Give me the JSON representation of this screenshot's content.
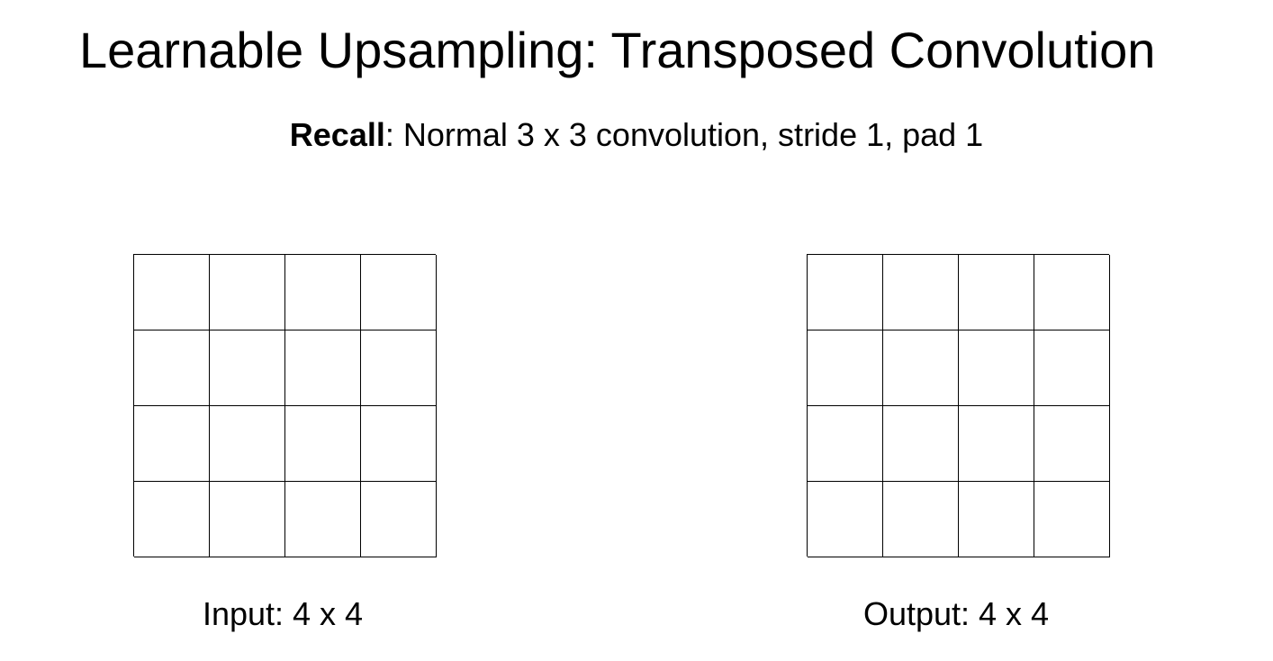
{
  "slide": {
    "title": "Learnable Upsampling: Transposed Convolution",
    "subtitle_bold": "Recall",
    "subtitle_rest": ": Normal 3 x 3 convolution, stride 1, pad 1"
  },
  "input_grid": {
    "label": "Input: 4 x 4",
    "rows": 4,
    "cols": 4
  },
  "output_grid": {
    "label": "Output: 4 x 4",
    "rows": 4,
    "cols": 4
  }
}
